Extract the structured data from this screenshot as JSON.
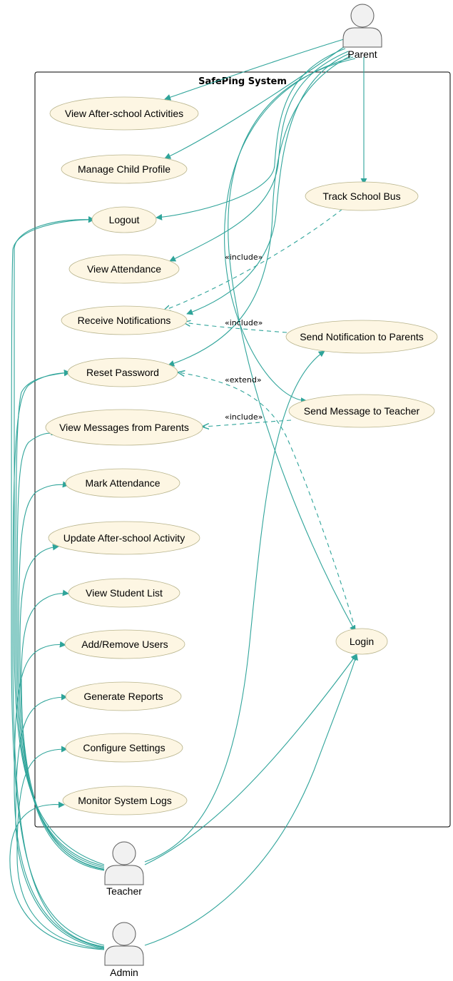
{
  "system": {
    "title": "SafePing System"
  },
  "actors": {
    "parent": "Parent",
    "teacher": "Teacher",
    "admin": "Admin"
  },
  "use_cases": {
    "view_after_school": "View After-school Activities",
    "manage_child": "Manage Child Profile",
    "track_bus": "Track School Bus",
    "logout": "Logout",
    "view_attendance": "View Attendance",
    "receive_notifications": "Receive Notifications",
    "send_notification": "Send Notification to Parents",
    "reset_password": "Reset Password",
    "view_messages": "View Messages from Parents",
    "send_message": "Send Message to Teacher",
    "mark_attendance": "Mark Attendance",
    "update_after_school": "Update After-school Activity",
    "view_student_list": "View Student List",
    "add_remove_users": "Add/Remove Users",
    "login": "Login",
    "generate_reports": "Generate Reports",
    "configure_settings": "Configure Settings",
    "monitor_logs": "Monitor System Logs"
  },
  "relations": {
    "include_bus": "«include»",
    "include_notify": "«include»",
    "extend_reset": "«extend»",
    "include_message": "«include»"
  },
  "colors": {
    "edge": "#2fa49a",
    "use_case_fill": "#fdf6e3",
    "actor_fill": "#f1f1f1"
  }
}
